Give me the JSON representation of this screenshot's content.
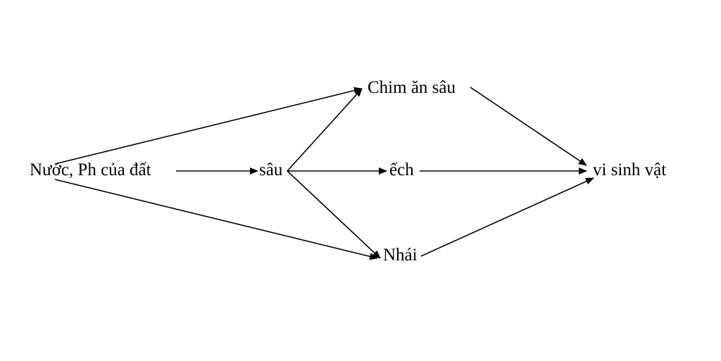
{
  "diagram": {
    "line_color": "#000000",
    "background": "#ffffff",
    "nodes": {
      "source": "Nước, Ph của đất",
      "sau": "sâu",
      "chim": "Chim ăn sâu",
      "ech": "ếch",
      "nhai": "Nhái",
      "vsv": "vi sinh vật"
    },
    "edges": [
      {
        "from": "source",
        "to": "sau"
      },
      {
        "from": "source",
        "to": "chim"
      },
      {
        "from": "source",
        "to": "nhai"
      },
      {
        "from": "sau",
        "to": "chim"
      },
      {
        "from": "sau",
        "to": "ech"
      },
      {
        "from": "sau",
        "to": "nhai"
      },
      {
        "from": "chim",
        "to": "vsv"
      },
      {
        "from": "ech",
        "to": "vsv"
      },
      {
        "from": "nhai",
        "to": "vsv"
      }
    ]
  }
}
